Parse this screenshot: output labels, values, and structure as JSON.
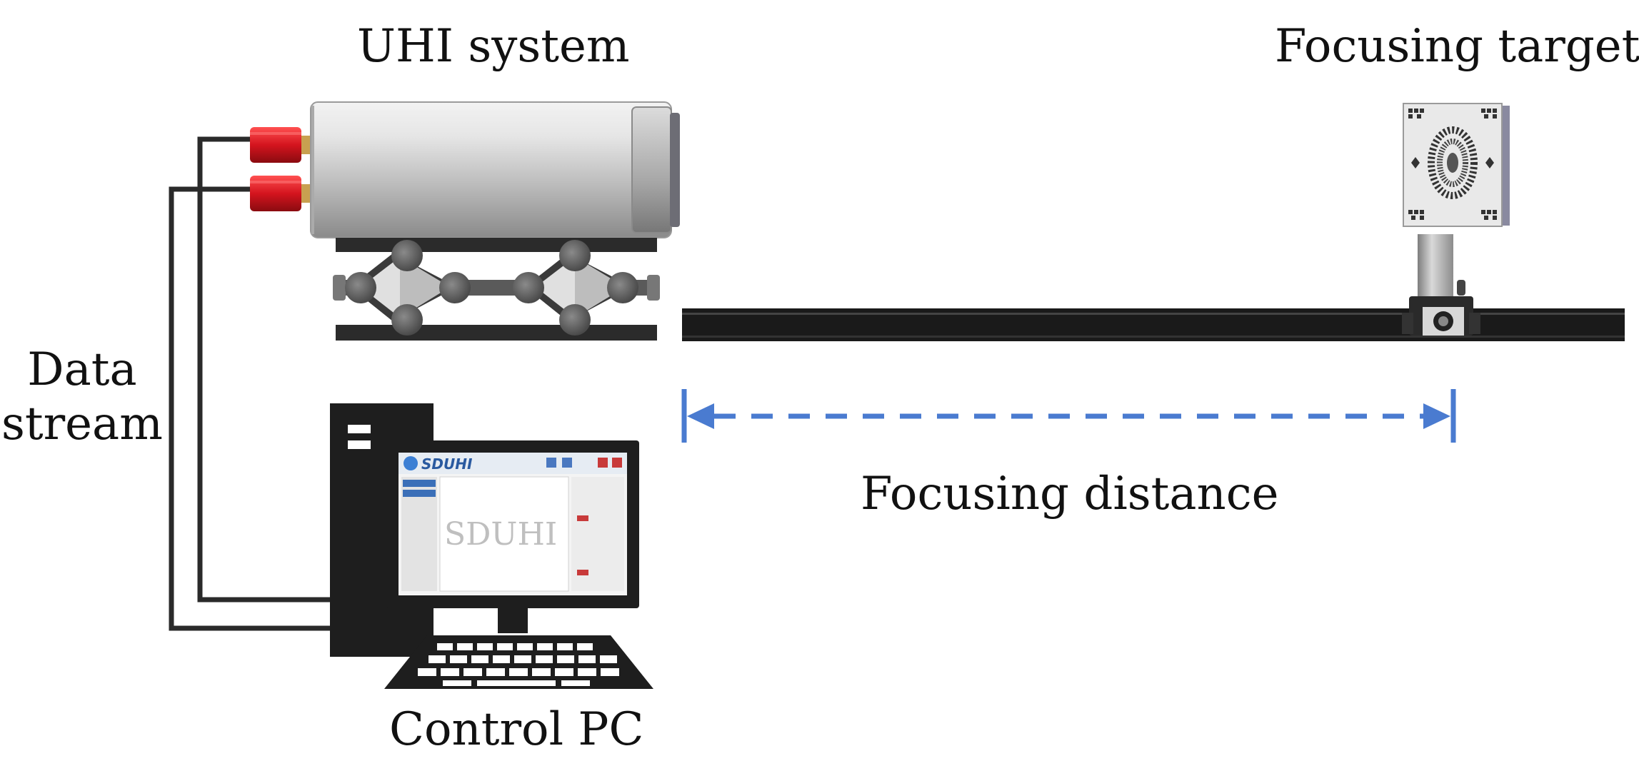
{
  "labels": {
    "uhi_system": "UHI system",
    "focusing_target": "Focusing target",
    "data_stream_line1": "Data",
    "data_stream_line2": "stream",
    "focusing_distance": "Focusing distance",
    "control_pc": "Control PC"
  },
  "screen": {
    "brand": "SDUHI",
    "watermark": "SDUHI"
  },
  "colors": {
    "cable": "#2a2a2a",
    "connector": "#d4141e",
    "housing": "#c9c9c9",
    "rail": "#1a1a1a",
    "distance_arrow": "#4a7bd0",
    "pc_body": "#1e1e1e"
  }
}
